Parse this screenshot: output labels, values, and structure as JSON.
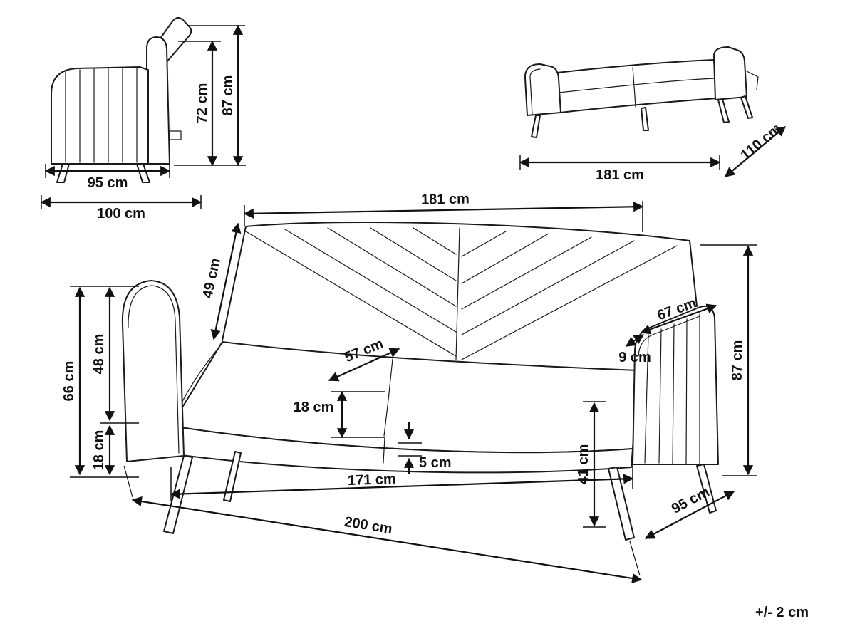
{
  "diagram": {
    "tolerance_note": "+/- 2 cm",
    "side_view": {
      "inner_width": "95 cm",
      "outer_width": "100 cm",
      "backrest_height": "72 cm",
      "total_height": "87 cm"
    },
    "bed_view": {
      "length": "181 cm",
      "depth": "110 cm"
    },
    "main_view": {
      "back_width": "181 cm",
      "backrest_length": "49 cm",
      "seat_depth": "57 cm",
      "cushion_thickness": "18 cm",
      "base_gap": "5 cm",
      "inner_width": "171 cm",
      "total_width": "200 cm",
      "arm_total_height": "66 cm",
      "arm_upper_height": "48 cm",
      "arm_lower_height": "18 cm",
      "armrest_depth": "67 cm",
      "armrest_width": "9 cm",
      "total_height": "87 cm",
      "seat_height": "41 cm",
      "total_depth": "95 cm"
    }
  }
}
